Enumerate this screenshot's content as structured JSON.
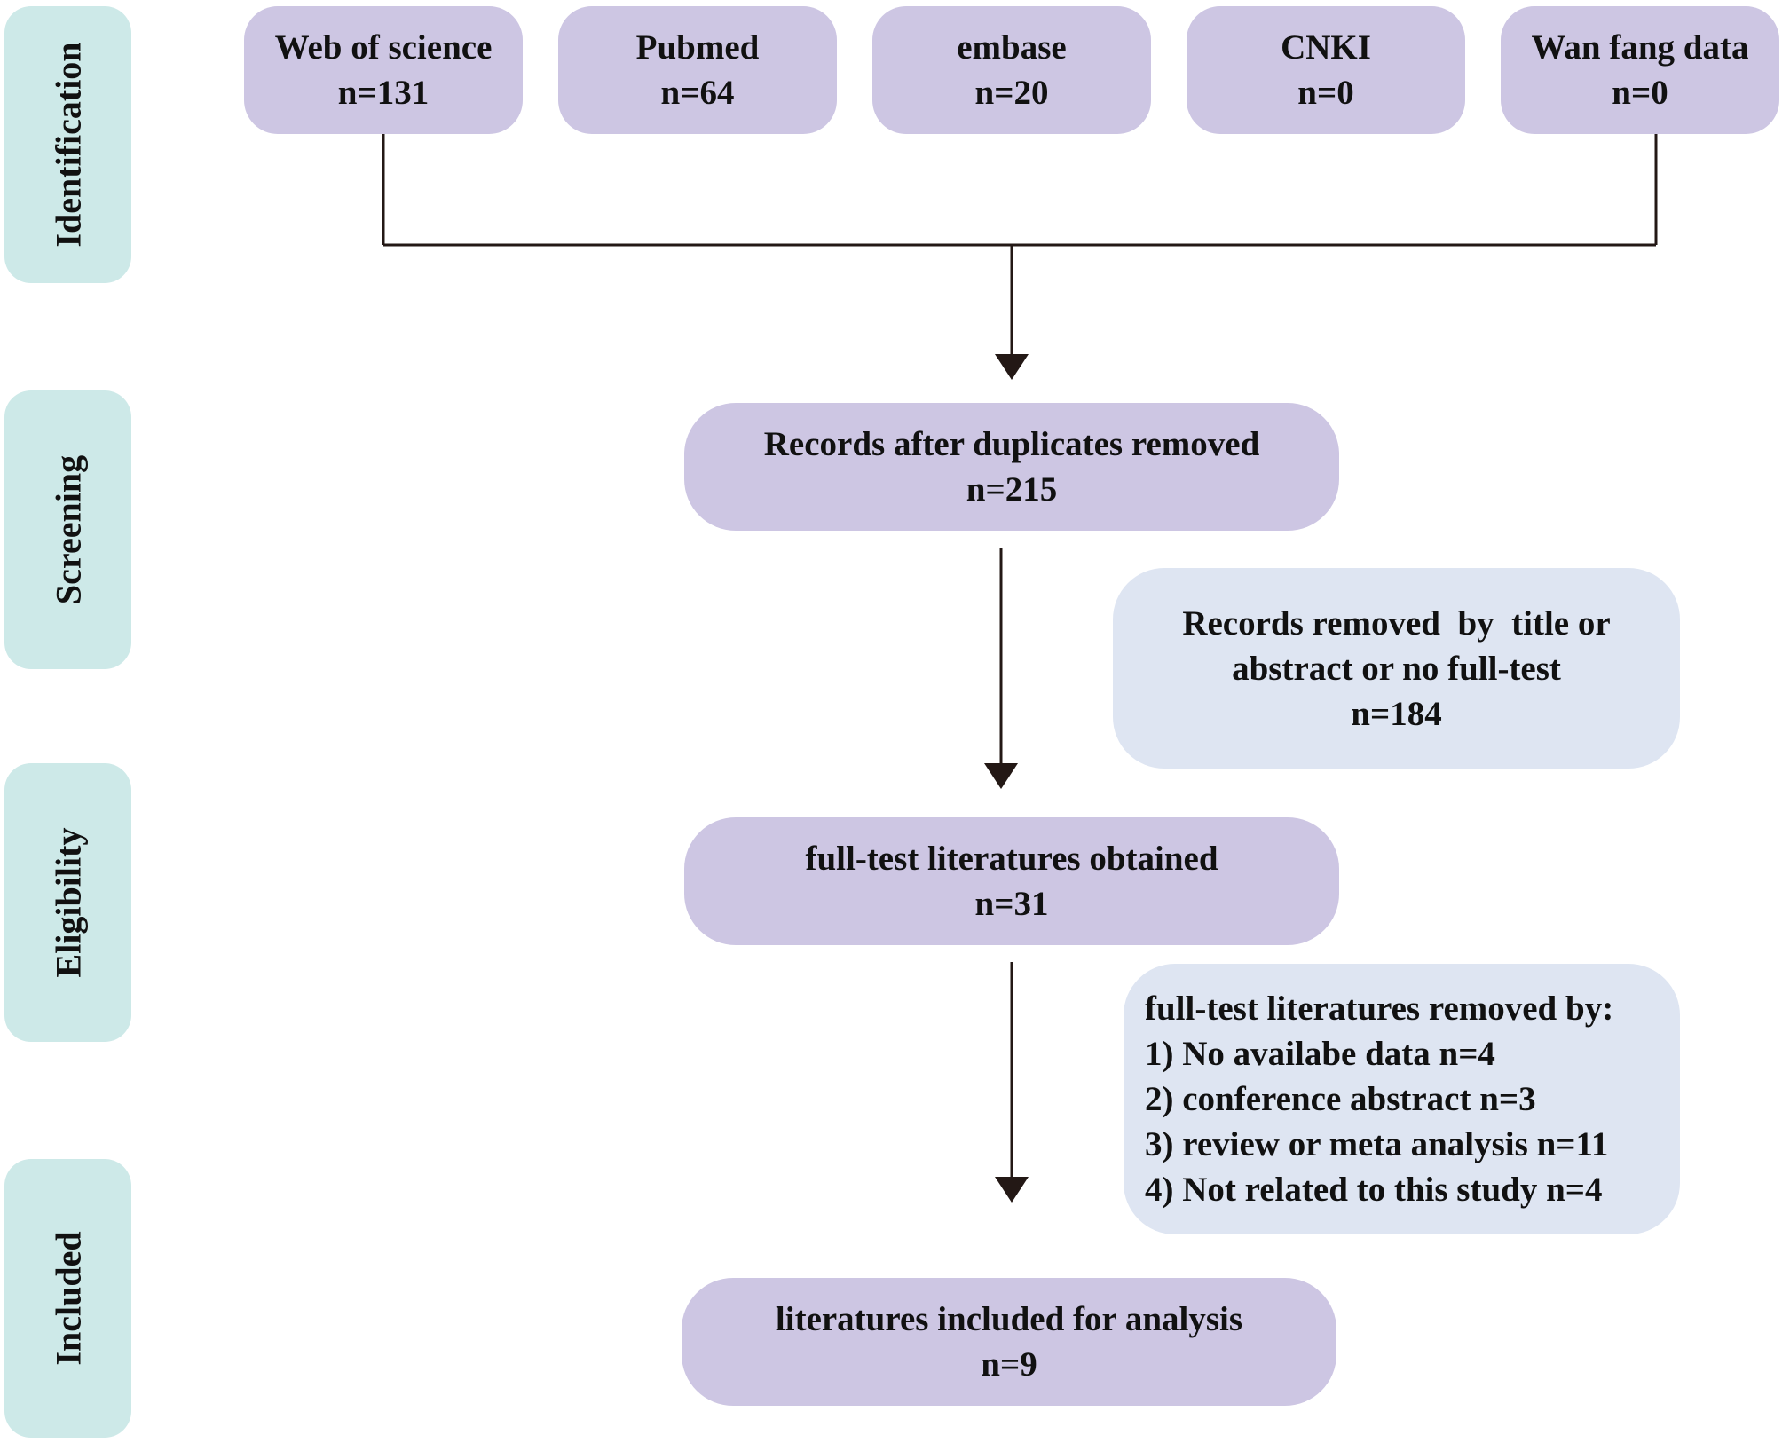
{
  "stages": {
    "identification": "Identification",
    "screening": "Screening",
    "eligibility": "Eligibility",
    "included": "Included"
  },
  "sources": [
    {
      "name": "Web of science",
      "count": "n=131"
    },
    {
      "name": "Pubmed",
      "count": "n=64"
    },
    {
      "name": "embase",
      "count": "n=20"
    },
    {
      "name": "CNKI",
      "count": "n=0"
    },
    {
      "name": "Wan fang data",
      "count": "n=0"
    }
  ],
  "duplicates_removed": {
    "label": "Records after duplicates removed",
    "count": "n=215"
  },
  "removed_screening": {
    "line1": "Records removed  by  title or",
    "line2": "abstract or no full-test",
    "count": "n=184"
  },
  "full_text": {
    "label": "full-test literatures obtained",
    "count": "n=31"
  },
  "removed_eligibility": {
    "heading": "full-test literatures removed by:",
    "reasons": [
      "1) No availabe data n=4",
      "2) conference abstract n=3",
      "3) review or meta analysis n=11",
      "4) Not related to this study n=4"
    ]
  },
  "included": {
    "label": "literatures included for analysis",
    "count": "n=9"
  },
  "colors": {
    "stage_fill": "#cde9e8",
    "main_box_fill": "#cdc6e3",
    "side_box_fill": "#dee5f2",
    "line": "#231815"
  }
}
